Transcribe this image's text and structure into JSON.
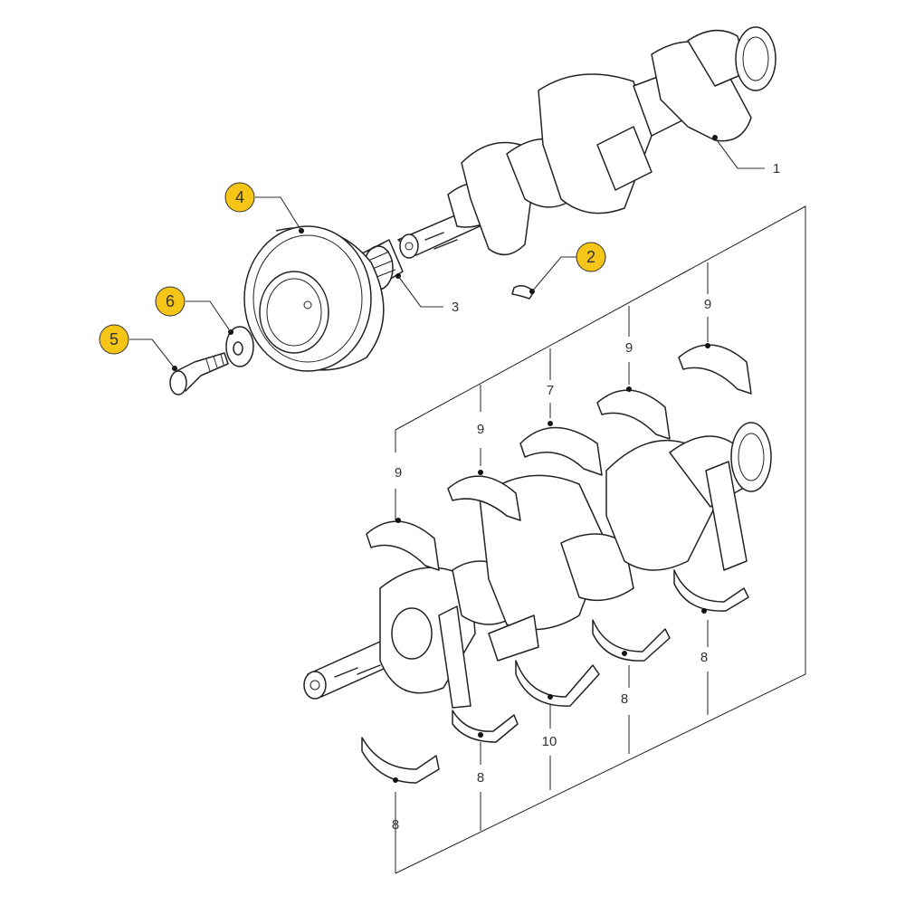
{
  "title": "Crankshaft assembly exploded parts diagram",
  "highlight_color": "#f5c518",
  "callouts": {
    "c1": "1",
    "c2": "2",
    "c3": "3",
    "c4": "4",
    "c5": "5",
    "c6": "6",
    "c7": "7",
    "c9a": "9",
    "c9b": "9",
    "c9c": "9",
    "c9d": "9",
    "c8a": "8",
    "c8b": "8",
    "c8c": "8",
    "c8d": "8",
    "c10": "10"
  }
}
